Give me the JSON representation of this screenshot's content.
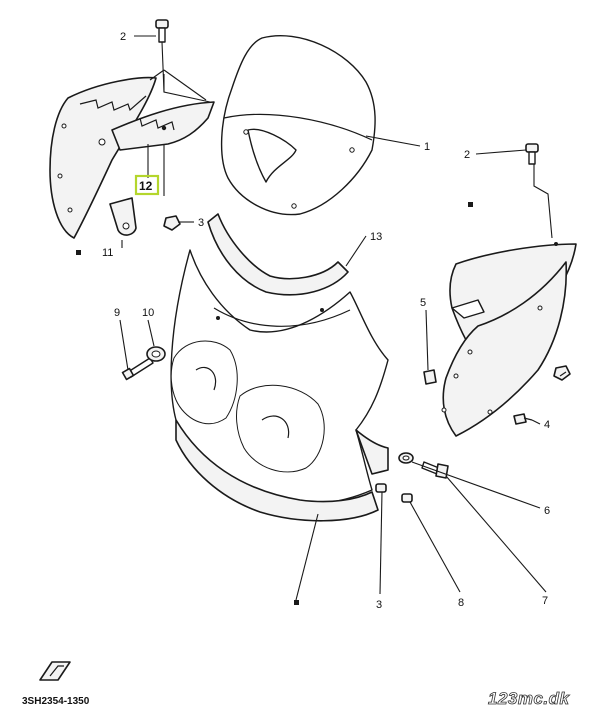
{
  "diagram": {
    "callouts": [
      {
        "id": "c2a",
        "label": "2"
      },
      {
        "id": "c1",
        "label": "1"
      },
      {
        "id": "c2b",
        "label": "2"
      },
      {
        "id": "c12",
        "label": "12"
      },
      {
        "id": "c3a",
        "label": "3"
      },
      {
        "id": "c11",
        "label": "11"
      },
      {
        "id": "c13",
        "label": "13"
      },
      {
        "id": "c9",
        "label": "9"
      },
      {
        "id": "c10",
        "label": "10"
      },
      {
        "id": "c5",
        "label": "5"
      },
      {
        "id": "c4",
        "label": "4"
      },
      {
        "id": "c6",
        "label": "6"
      },
      {
        "id": "c7",
        "label": "7"
      },
      {
        "id": "c8",
        "label": "8"
      },
      {
        "id": "c3b",
        "label": "3"
      }
    ],
    "highlighted_callout": "12",
    "highlight_color": "#b4d62c",
    "part_code": "3SH2354-1350",
    "watermark": "123mc.dk"
  }
}
